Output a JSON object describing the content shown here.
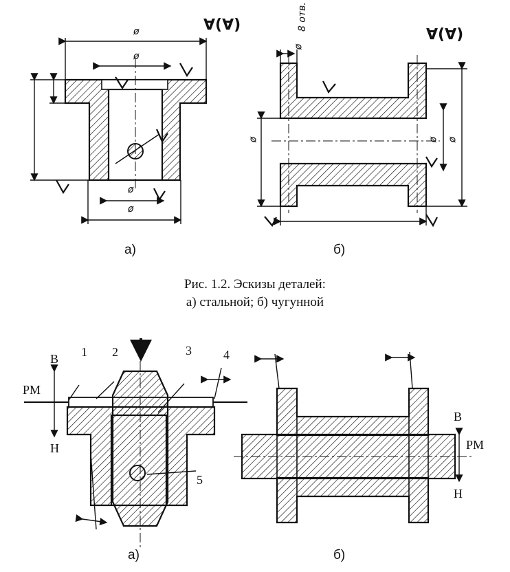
{
  "figure1": {
    "roughness_a": "∀(∀)",
    "roughness_b": "∀(∀)",
    "dim_symbol": "ø",
    "hole_note": "8 отв.",
    "label_a": "а)",
    "label_b": "б)",
    "caption_line1": "Рис. 1.2. Эскизы деталей:",
    "caption_line2": "а) стальной; б) чугунной"
  },
  "figure2": {
    "label_a": "а)",
    "label_b": "б)",
    "dir_up_a": "В",
    "dir_down_a": "Н",
    "plane_a": "РМ",
    "dir_up_b": "В",
    "dir_down_b": "Н",
    "plane_b": "РМ",
    "callouts": [
      "1",
      "2",
      "3",
      "4",
      "5"
    ]
  }
}
